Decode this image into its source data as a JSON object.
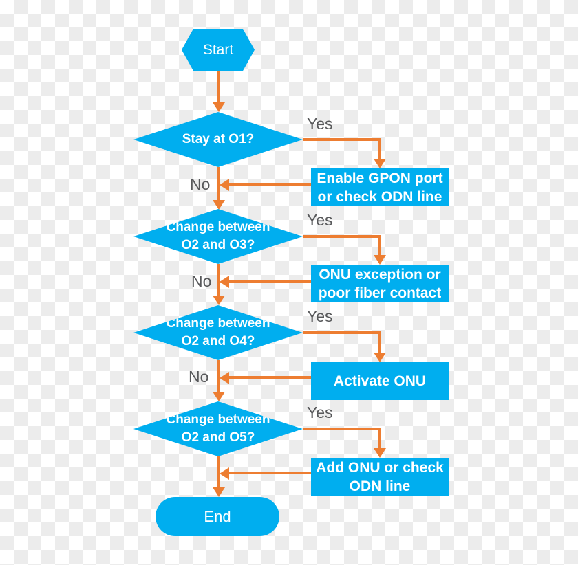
{
  "colors": {
    "shape_blue": "#00AEEF",
    "arrow_orange": "#ED7D31",
    "branch_label_gray": "#58595B",
    "shape_text_white": "#FFFFFF",
    "checker_light": "#FFFFFF",
    "checker_gray": "#ECECEC"
  },
  "flow": {
    "start": {
      "label": "Start"
    },
    "end": {
      "label": "End"
    },
    "yes_label": "Yes",
    "no_label": "No",
    "decisions": [
      {
        "line1": "Stay at O1?",
        "line2": ""
      },
      {
        "line1": "Change between",
        "line2": "O2 and O3?"
      },
      {
        "line1": "Change between",
        "line2": "O2 and O4?"
      },
      {
        "line1": "Change between",
        "line2": "O2 and O5?"
      }
    ],
    "actions": [
      {
        "line1": "Enable GPON port",
        "line2": "or check ODN line"
      },
      {
        "line1": "ONU exception or",
        "line2": "poor fiber contact"
      },
      {
        "line1": "Activate ONU",
        "line2": ""
      },
      {
        "line1": "Add ONU or check",
        "line2": "ODN line"
      }
    ]
  }
}
